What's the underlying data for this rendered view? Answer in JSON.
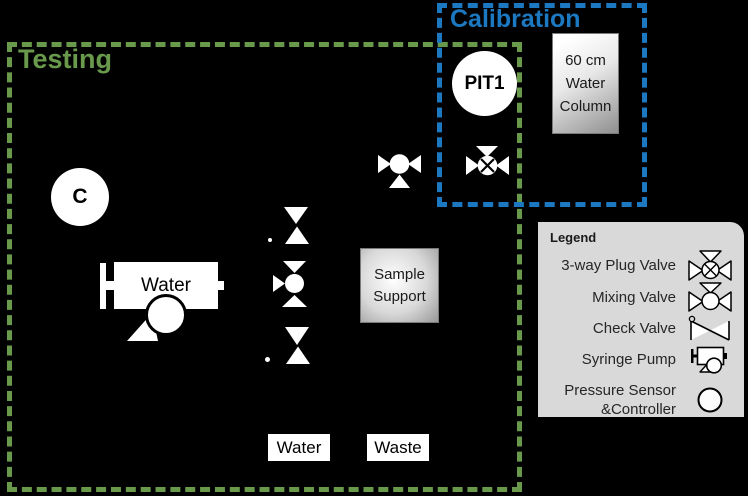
{
  "testing": {
    "label": "Testing"
  },
  "calibration": {
    "label": "Calibration"
  },
  "sensors": {
    "controller_label": "C",
    "pit_label": "PIT1"
  },
  "pump": {
    "label": "Water"
  },
  "water_column": {
    "line1": "60 cm",
    "line2": "Water",
    "line3": "Column"
  },
  "sample_support": {
    "line1": "Sample",
    "line2": "Support"
  },
  "flow_labels": {
    "water": "Water",
    "waste": "Waste"
  },
  "legend": {
    "title": "Legend",
    "items": [
      {
        "label": "3-way Plug Valve"
      },
      {
        "label": "Mixing Valve"
      },
      {
        "label": "Check Valve"
      },
      {
        "label": "Syringe Pump"
      },
      {
        "line1": "Pressure Sensor",
        "line2": "&Controller"
      }
    ]
  },
  "colors": {
    "testing_green": "#699a4c",
    "calibration_blue": "#1b78c1",
    "legend_bg": "#d9d9d9"
  }
}
